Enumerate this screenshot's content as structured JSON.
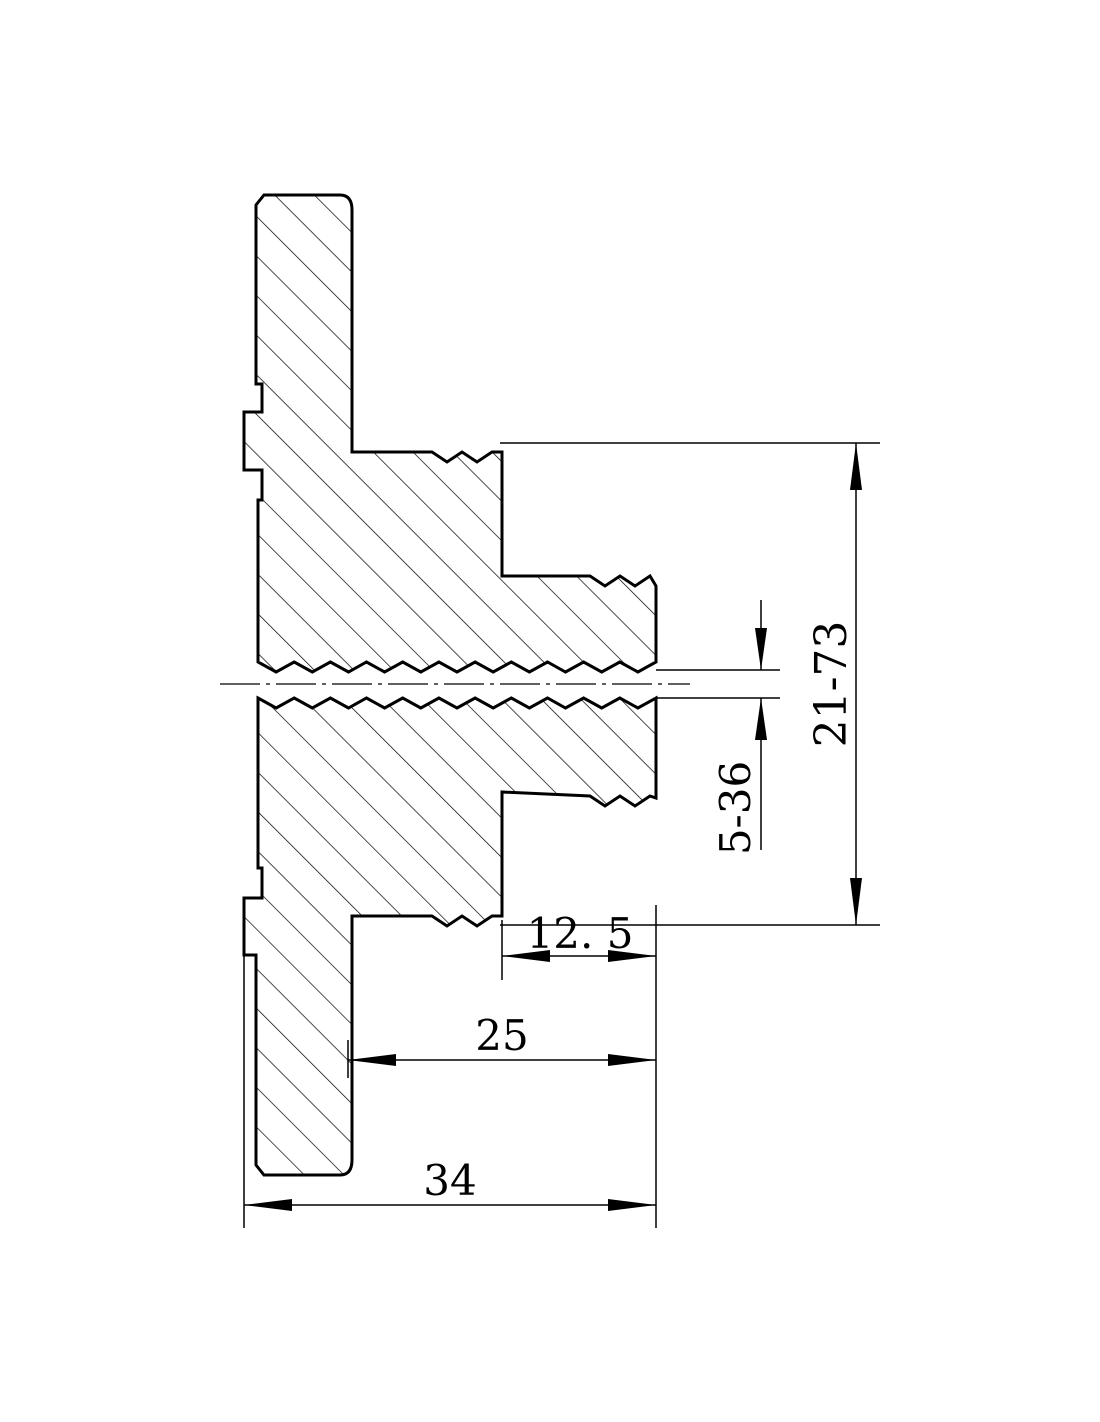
{
  "drawing": {
    "type": "technical cross-section drawing",
    "line_color": "#000000",
    "background_color": "#ffffff"
  },
  "dimensions": {
    "dim_34": "34",
    "dim_25": "25",
    "dim_12_5": "12. 5",
    "dim_5_36": "5-36",
    "dim_21_73": "21-73"
  }
}
